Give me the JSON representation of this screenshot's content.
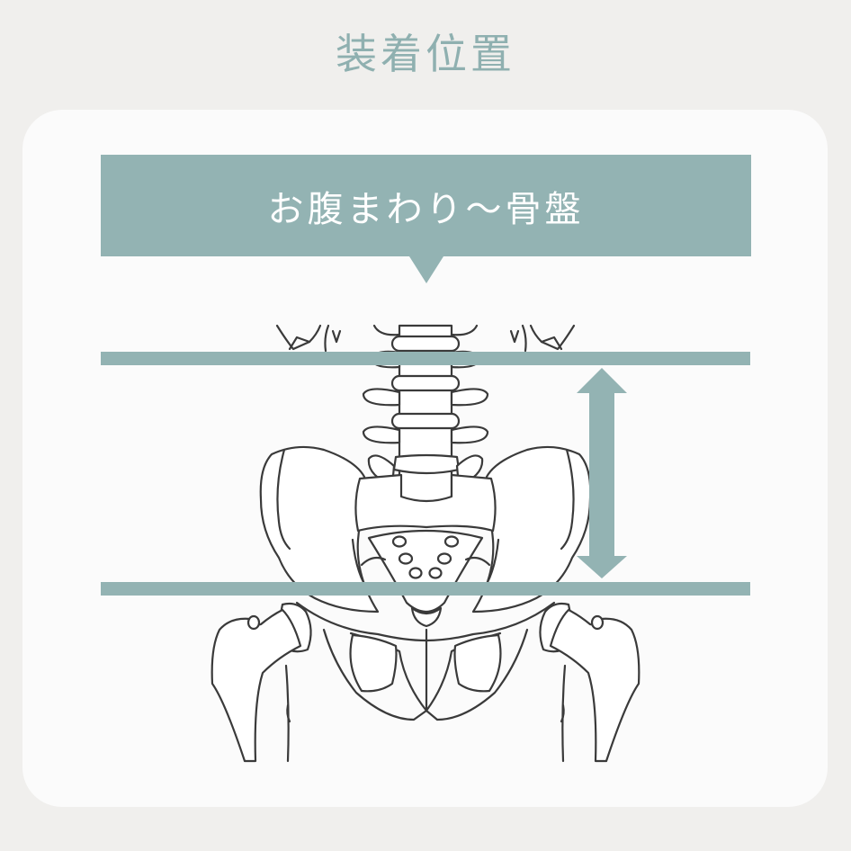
{
  "page": {
    "title": "装着位置"
  },
  "banner": {
    "label": "お腹まわり〜骨盤"
  },
  "diagram": {
    "subject": "pelvis-and-lumbar-spine-illustration",
    "indicators": {
      "top_band": "upper-wear-boundary",
      "bottom_band": "lower-wear-boundary",
      "arrow": "double-headed-vertical-range-arrow"
    }
  },
  "colors": {
    "background": "#f0efed",
    "card": "#fbfbfb",
    "accent": "#93b3b3",
    "title_text": "#8fb0b0",
    "banner_text": "#ffffff",
    "line_art": "#3a3a3a"
  }
}
